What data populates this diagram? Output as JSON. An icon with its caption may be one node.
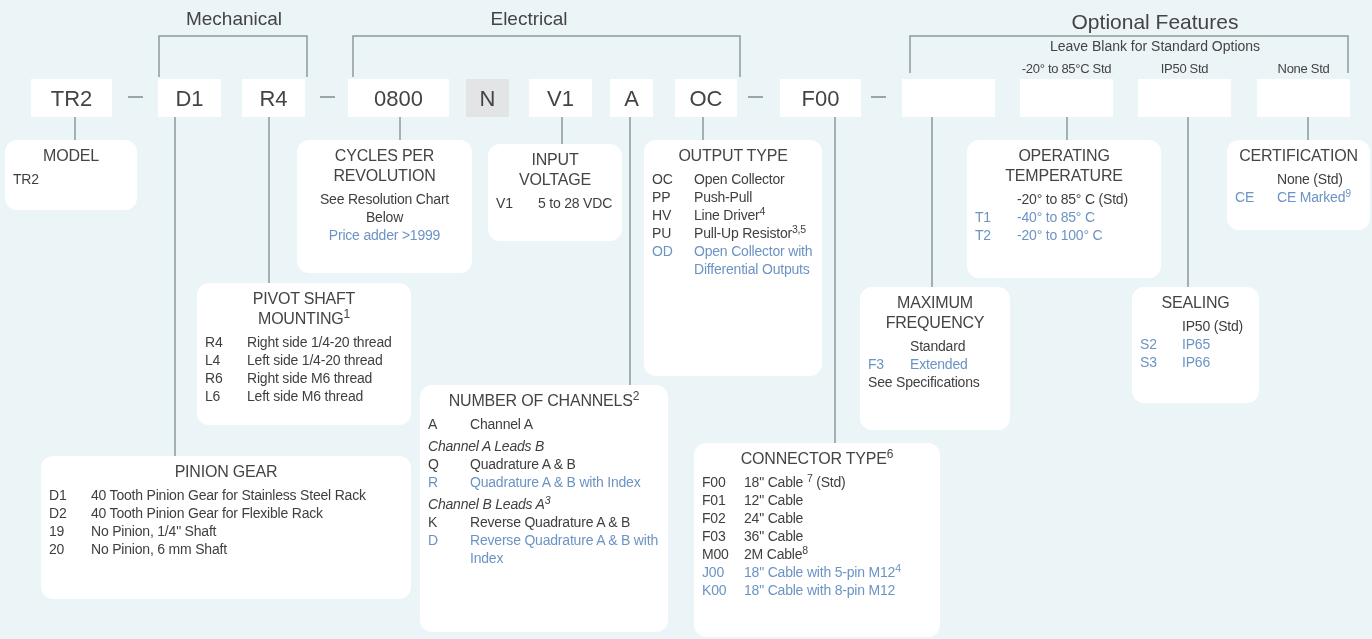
{
  "diagram": {
    "nodes": [
      {
        "text": [
          "TR2"
        ]
      },
      {
        "text": [
          "D1"
        ]
      },
      {
        "text": [
          "R4"
        ]
      },
      {
        "text": [
          "0800"
        ]
      },
      {
        "text": [
          "N"
        ]
      },
      {
        "text": [
          "V1"
        ]
      },
      {
        "text": [
          "A"
        ]
      },
      {
        "text": [
          "OC"
        ]
      },
      {
        "text": [
          "F00"
        ]
      },
      {
        "text": [],
        "shape": "box"
      },
      {
        "text": [],
        "shape": "box",
        "beside": [
          "-20° to 85°C Std"
        ]
      },
      {
        "text": [],
        "shape": "box",
        "beside": [
          "IP50 Std"
        ]
      },
      {
        "text": [],
        "shape": "box",
        "beside": [
          "None Std"
        ]
      },
      {
        "text": [
          "MODEL",
          "TR2"
        ]
      },
      {
        "text": [
          "PINION GEAR",
          "D1",
          "40 Tooth Pinion Gear for Stainless Steel Rack",
          "D2",
          "40 Tooth Pinion Gear for Flexible Rack",
          "19",
          "No Pinion, 1/4\" Shaft",
          "20",
          "No Pinion, 6 mm Shaft"
        ]
      },
      {
        "text": [
          "PIVOT SHAFT MOUNTING$^{1}$",
          "R4",
          "Right side 1/4-20 thread",
          "L4",
          "Left side 1/4-20 thread",
          "R6",
          "Right side M6 thread",
          "L6",
          "Left side M6 thread"
        ]
      },
      {
        "text": [
          "CYCLES PER REVOLUTION",
          "See Resolution Chart Below",
          "Price adder >1999"
        ]
      },
      {
        "text": [
          "INPUT VOLTAGE",
          "V1",
          "5 to 28 VDC"
        ]
      },
      {
        "text": [
          "NUMBER OF CHANNELS$^{2}$",
          "A",
          "Channel A",
          "Channel A Leads B",
          "Q",
          "Quadrature A & B",
          "R",
          "Quadrature A & B with Index",
          "Channel B Leads A$^{3}$",
          "K",
          "Reverse Quadrature A & B",
          "D",
          "Reverse Quadrature A & B with Index"
        ]
      },
      {
        "text": [
          "OUTPUT TYPE",
          "OC",
          "Open Collector",
          "PP",
          "Push-Pull",
          "HV",
          "Line Driver$^{4}$",
          "PU",
          "Pull-Up Resistor$^{3,5}$",
          "OD",
          "Open Collector with Differential Outputs"
        ]
      },
      {
        "text": [
          "CONNECTOR TYPE$^{6}$",
          "F00",
          "18\" Cable $^{7}$ (Std)",
          "F01",
          "12\" Cable",
          "F02",
          "24\" Cable",
          "F03",
          "36\" Cable",
          "M00",
          "2M Cable$^{8}$",
          "J00",
          "18\" Cable with 5-pin M12$^{4}$",
          "K00",
          "18\" Cable with 8-pin M12"
        ]
      },
      {
        "text": [
          "MAXIMUM FREQUENCY",
          "Standard",
          "F3",
          "Extended",
          "See Specifications"
        ]
      },
      {
        "text": [
          "OPERATING TEMPERATURE",
          "-20° to 85° C (Std)",
          "T1",
          "-40° to 85° C",
          "T2",
          "-20° to 100° C"
        ]
      },
      {
        "text": [
          "SEALING",
          "IP50 (Std)",
          "S2",
          "IP65",
          "S3",
          "IP66"
        ]
      },
      {
        "text": [
          "CERTIFICATION",
          "None (Std)",
          "CE",
          "CE Marked$^{9}$"
        ]
      }
    ],
    "edges": [
      {
        "from": 0,
        "to": 13,
        "arrow": "none"
      },
      {
        "from": 1,
        "to": 14,
        "arrow": "none"
      },
      {
        "from": 2,
        "to": 15,
        "arrow": "none"
      },
      {
        "from": 3,
        "to": 16,
        "arrow": "none"
      },
      {
        "from": 5,
        "to": 17,
        "arrow": "none"
      },
      {
        "from": 6,
        "to": 18,
        "arrow": "none"
      },
      {
        "from": 7,
        "to": 19,
        "arrow": "none"
      },
      {
        "from": 8,
        "to": 20,
        "arrow": "none"
      },
      {
        "from": 9,
        "to": 21,
        "arrow": "none"
      },
      {
        "from": 10,
        "to": 22,
        "arrow": "none"
      },
      {
        "from": 11,
        "to": 23,
        "arrow": "none"
      },
      {
        "from": 12,
        "to": 24,
        "arrow": "none"
      }
    ],
    "labels": [
      "Mechanical",
      "Electrical",
      "Optional Features",
      "Leave Blank for Standard Options"
    ]
  }
}
